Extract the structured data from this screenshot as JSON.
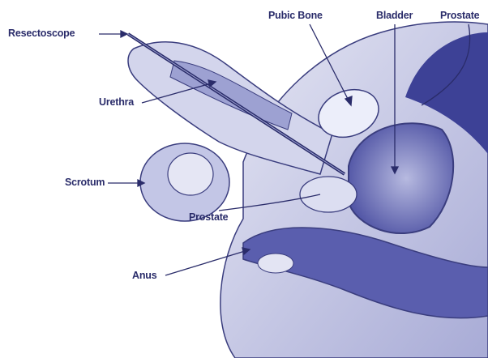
{
  "labels": {
    "resectoscope": "Resectoscope",
    "pubic_bone": "Pubic Bone",
    "bladder": "Bladder",
    "prostate_top": "Prostate",
    "urethra": "Urethra",
    "scrotum": "Scrotum",
    "prostate_inner": "Prostate",
    "anus": "Anus"
  },
  "colors": {
    "label": "#2a2c6a",
    "tissue_light": "#c9cbe6",
    "tissue_mid": "#8c90c8",
    "tissue_dark": "#3d4196",
    "outline": "#3a3d7e"
  }
}
